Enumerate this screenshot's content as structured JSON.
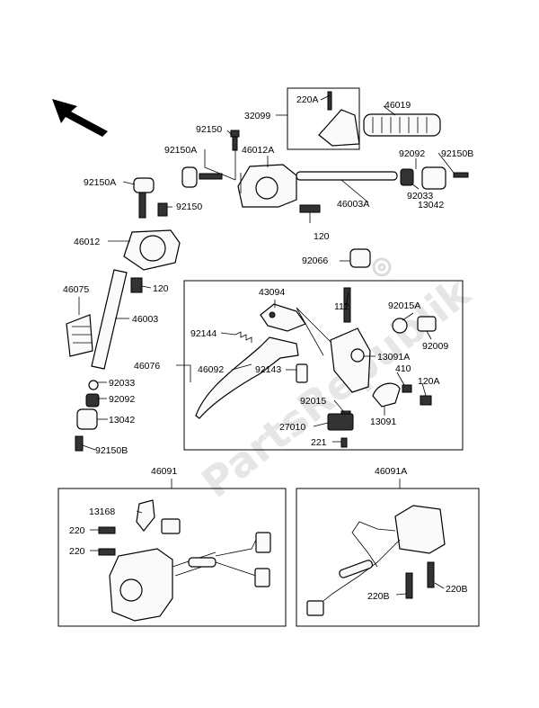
{
  "watermark": "PartsRepublik",
  "labels": {
    "l_220A": "220A",
    "l_32099": "32099",
    "l_46019": "46019",
    "l_92150_top": "92150",
    "l_92150A_top": "92150A",
    "l_46012A": "46012A",
    "l_92092_r": "92092",
    "l_92150B_r": "92150B",
    "l_92150A_left": "92150A",
    "l_46003A": "46003A",
    "l_92033_r": "92033",
    "l_13042_r": "13042",
    "l_92150_mid": "92150",
    "l_120_top": "120",
    "l_46012": "46012",
    "l_92066": "92066",
    "l_46075": "46075",
    "l_120_left": "120",
    "l_43094": "43094",
    "l_112": "112",
    "l_92015A": "92015A",
    "l_46003": "46003",
    "l_92144": "92144",
    "l_92009": "92009",
    "l_13091A": "13091A",
    "l_46076": "46076",
    "l_46092": "46092",
    "l_92143": "92143",
    "l_410": "410",
    "l_92033_l": "92033",
    "l_120A": "120A",
    "l_92092_l": "92092",
    "l_92015": "92015",
    "l_13042_l": "13042",
    "l_13091": "13091",
    "l_27010": "27010",
    "l_221": "221",
    "l_92150B_l": "92150B",
    "l_46091": "46091",
    "l_46091A": "46091A",
    "l_13168": "13168",
    "l_220_a": "220",
    "l_220_b": "220",
    "l_220B_r": "220B",
    "l_220B_l": "220B"
  }
}
